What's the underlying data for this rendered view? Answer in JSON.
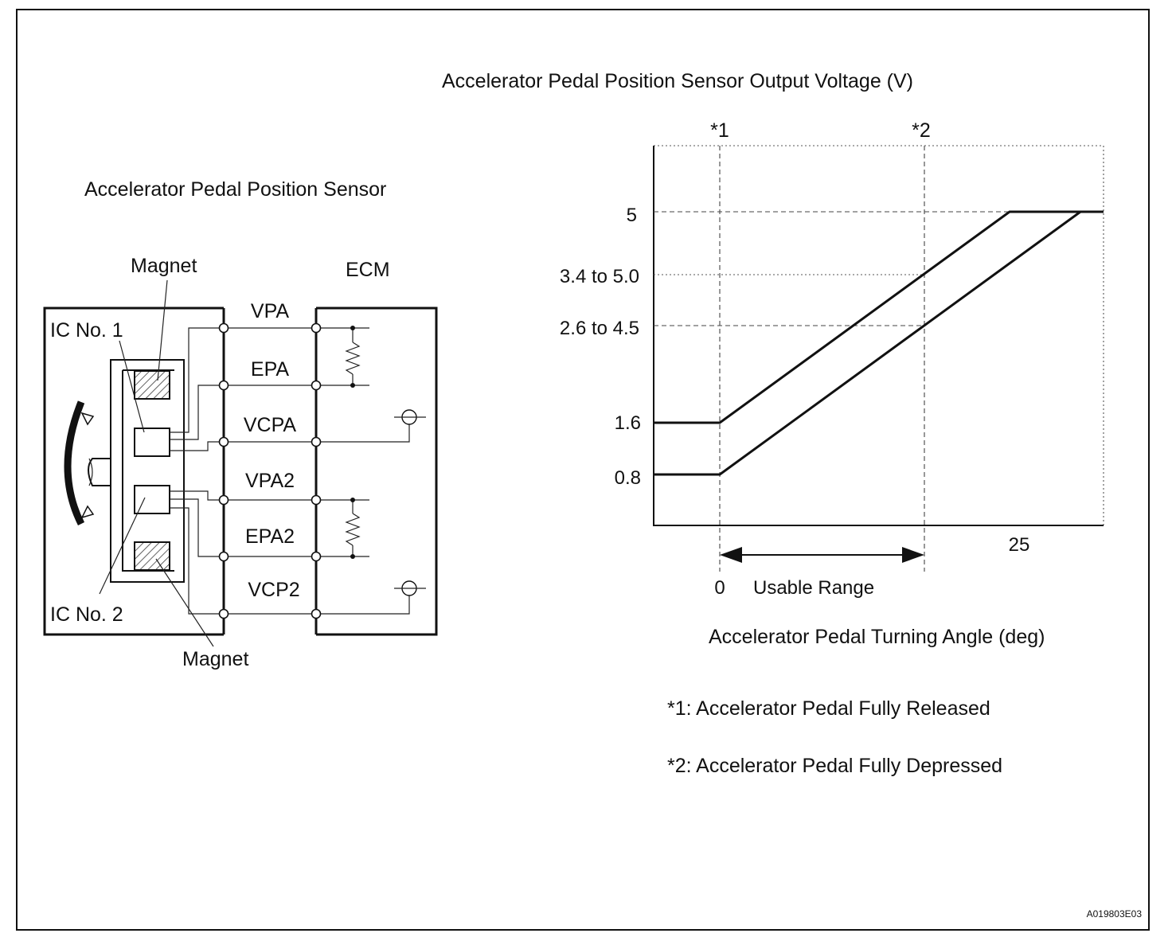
{
  "sensor": {
    "title": "Accelerator Pedal Position Sensor",
    "ecm_label": "ECM",
    "magnet_top_label": "Magnet",
    "magnet_bottom_label": "Magnet",
    "ic1_label": "IC No. 1",
    "ic2_label": "IC No. 2",
    "terminals": [
      "VPA",
      "EPA",
      "VCPA",
      "VPA2",
      "EPA2",
      "VCP2"
    ]
  },
  "graph": {
    "title": "Accelerator Pedal Position Sensor Output Voltage (V)",
    "marker1_label": "*1",
    "marker2_label": "*2",
    "y_labels": [
      "5",
      "3.4 to 5.0",
      "2.6 to 4.5",
      "1.6",
      "0.8"
    ],
    "x_zero_label": "0",
    "x_25_label": "25",
    "usable_range_label": "Usable Range",
    "x_axis_title": "Accelerator Pedal Turning Angle (deg)"
  },
  "notes": {
    "note1": "*1: Accelerator Pedal Fully Released",
    "note2": "*2: Accelerator Pedal Fully Depressed"
  },
  "figure_code": "A019803E03"
}
